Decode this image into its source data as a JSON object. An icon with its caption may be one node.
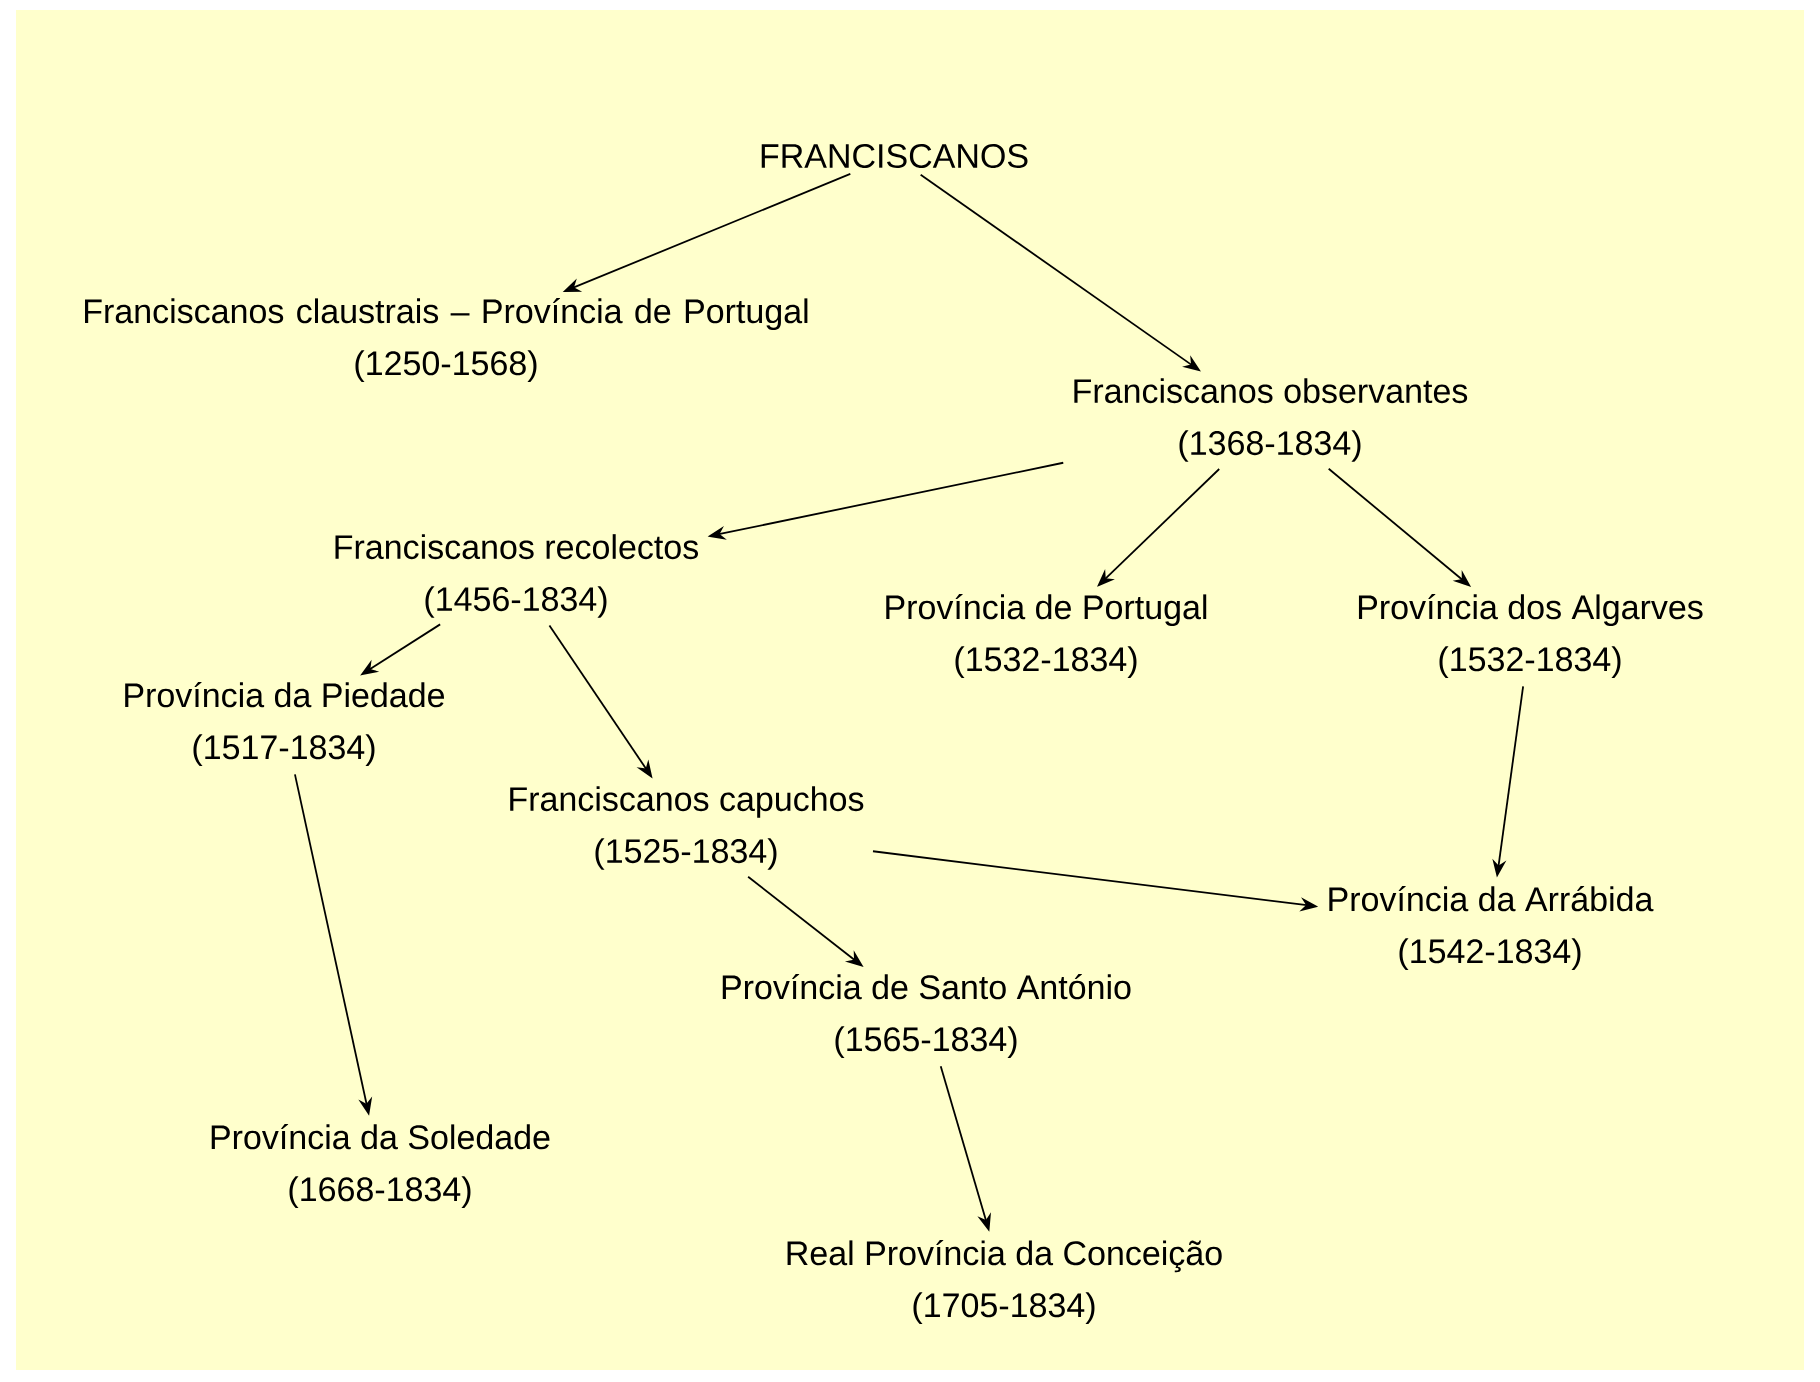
{
  "diagram": {
    "nodes": [
      {
        "text": [
          "FRANCISCANOS"
        ]
      },
      {
        "text": [
          "Franciscanos claustrais – Província de Portugal",
          "(1250-1568)"
        ]
      },
      {
        "text": [
          "Franciscanos observantes",
          "(1368-1834)"
        ]
      },
      {
        "text": [
          "Franciscanos recolectos",
          "(1456-1834)"
        ]
      },
      {
        "text": [
          "Província de Portugal",
          "(1532-1834)"
        ]
      },
      {
        "text": [
          "Província dos Algarves",
          "(1532-1834)"
        ]
      },
      {
        "text": [
          "Província da Piedade",
          "(1517-1834)"
        ]
      },
      {
        "text": [
          "Franciscanos capuchos",
          "(1525-1834)"
        ]
      },
      {
        "text": [
          "Província da Arrábida",
          "(1542-1834)"
        ]
      },
      {
        "text": [
          "Província de Santo António",
          "(1565-1834)"
        ]
      },
      {
        "text": [
          "Província da Soledade",
          "(1668-1834)"
        ]
      },
      {
        "text": [
          "Real Província da Conceição",
          "(1705-1834)"
        ]
      }
    ],
    "edges": [
      {
        "from": 0,
        "to": 1,
        "arrow": "to"
      },
      {
        "from": 0,
        "to": 2,
        "arrow": "to"
      },
      {
        "from": 2,
        "to": 3,
        "arrow": "to"
      },
      {
        "from": 2,
        "to": 4,
        "arrow": "to"
      },
      {
        "from": 2,
        "to": 5,
        "arrow": "to"
      },
      {
        "from": 3,
        "to": 6,
        "arrow": "to"
      },
      {
        "from": 3,
        "to": 7,
        "arrow": "to"
      },
      {
        "from": 5,
        "to": 8,
        "arrow": "to"
      },
      {
        "from": 7,
        "to": 8,
        "arrow": "to"
      },
      {
        "from": 7,
        "to": 9,
        "arrow": "to"
      },
      {
        "from": 6,
        "to": 10,
        "arrow": "to"
      },
      {
        "from": 9,
        "to": 11,
        "arrow": "to"
      }
    ]
  }
}
